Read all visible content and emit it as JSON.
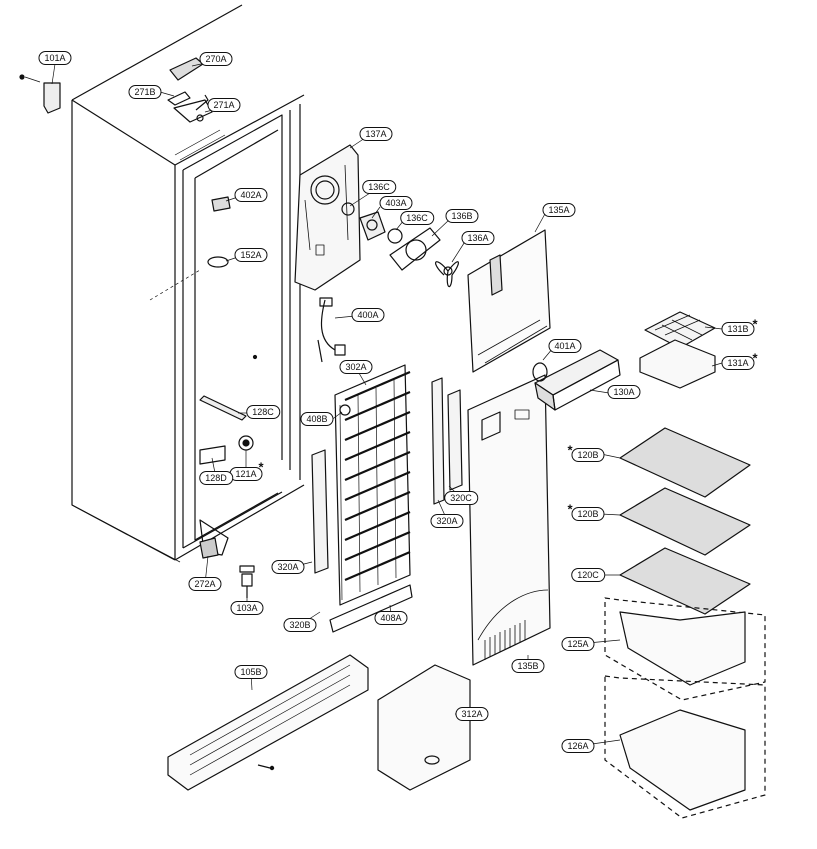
{
  "labels": {
    "l101A": "101A",
    "l270A": "270A",
    "l271B": "271B",
    "l271A": "271A",
    "l402A": "402A",
    "l152A": "152A",
    "l137A": "137A",
    "l136C_1": "136C",
    "l403A": "403A",
    "l136C_2": "136C",
    "l136B": "136B",
    "l136A": "136A",
    "l135A": "135A",
    "l400A": "400A",
    "l131B": "131B",
    "l131A": "131A",
    "l401A": "401A",
    "l302A": "302A",
    "l130A": "130A",
    "l408B": "408B",
    "l128C": "128C",
    "l121A": "121A",
    "l128D": "128D",
    "l120B_1": "120B",
    "l120B_2": "120B",
    "l320C": "320C",
    "l320A_1": "320A",
    "l320A_2": "320A",
    "l120C": "120C",
    "l272A": "272A",
    "l103A": "103A",
    "l320B": "320B",
    "l408A": "408A",
    "l125A": "125A",
    "l135B": "135B",
    "l105B": "105B",
    "l312A": "312A",
    "l126A": "126A"
  },
  "marks": {
    "asterisk": "*"
  }
}
